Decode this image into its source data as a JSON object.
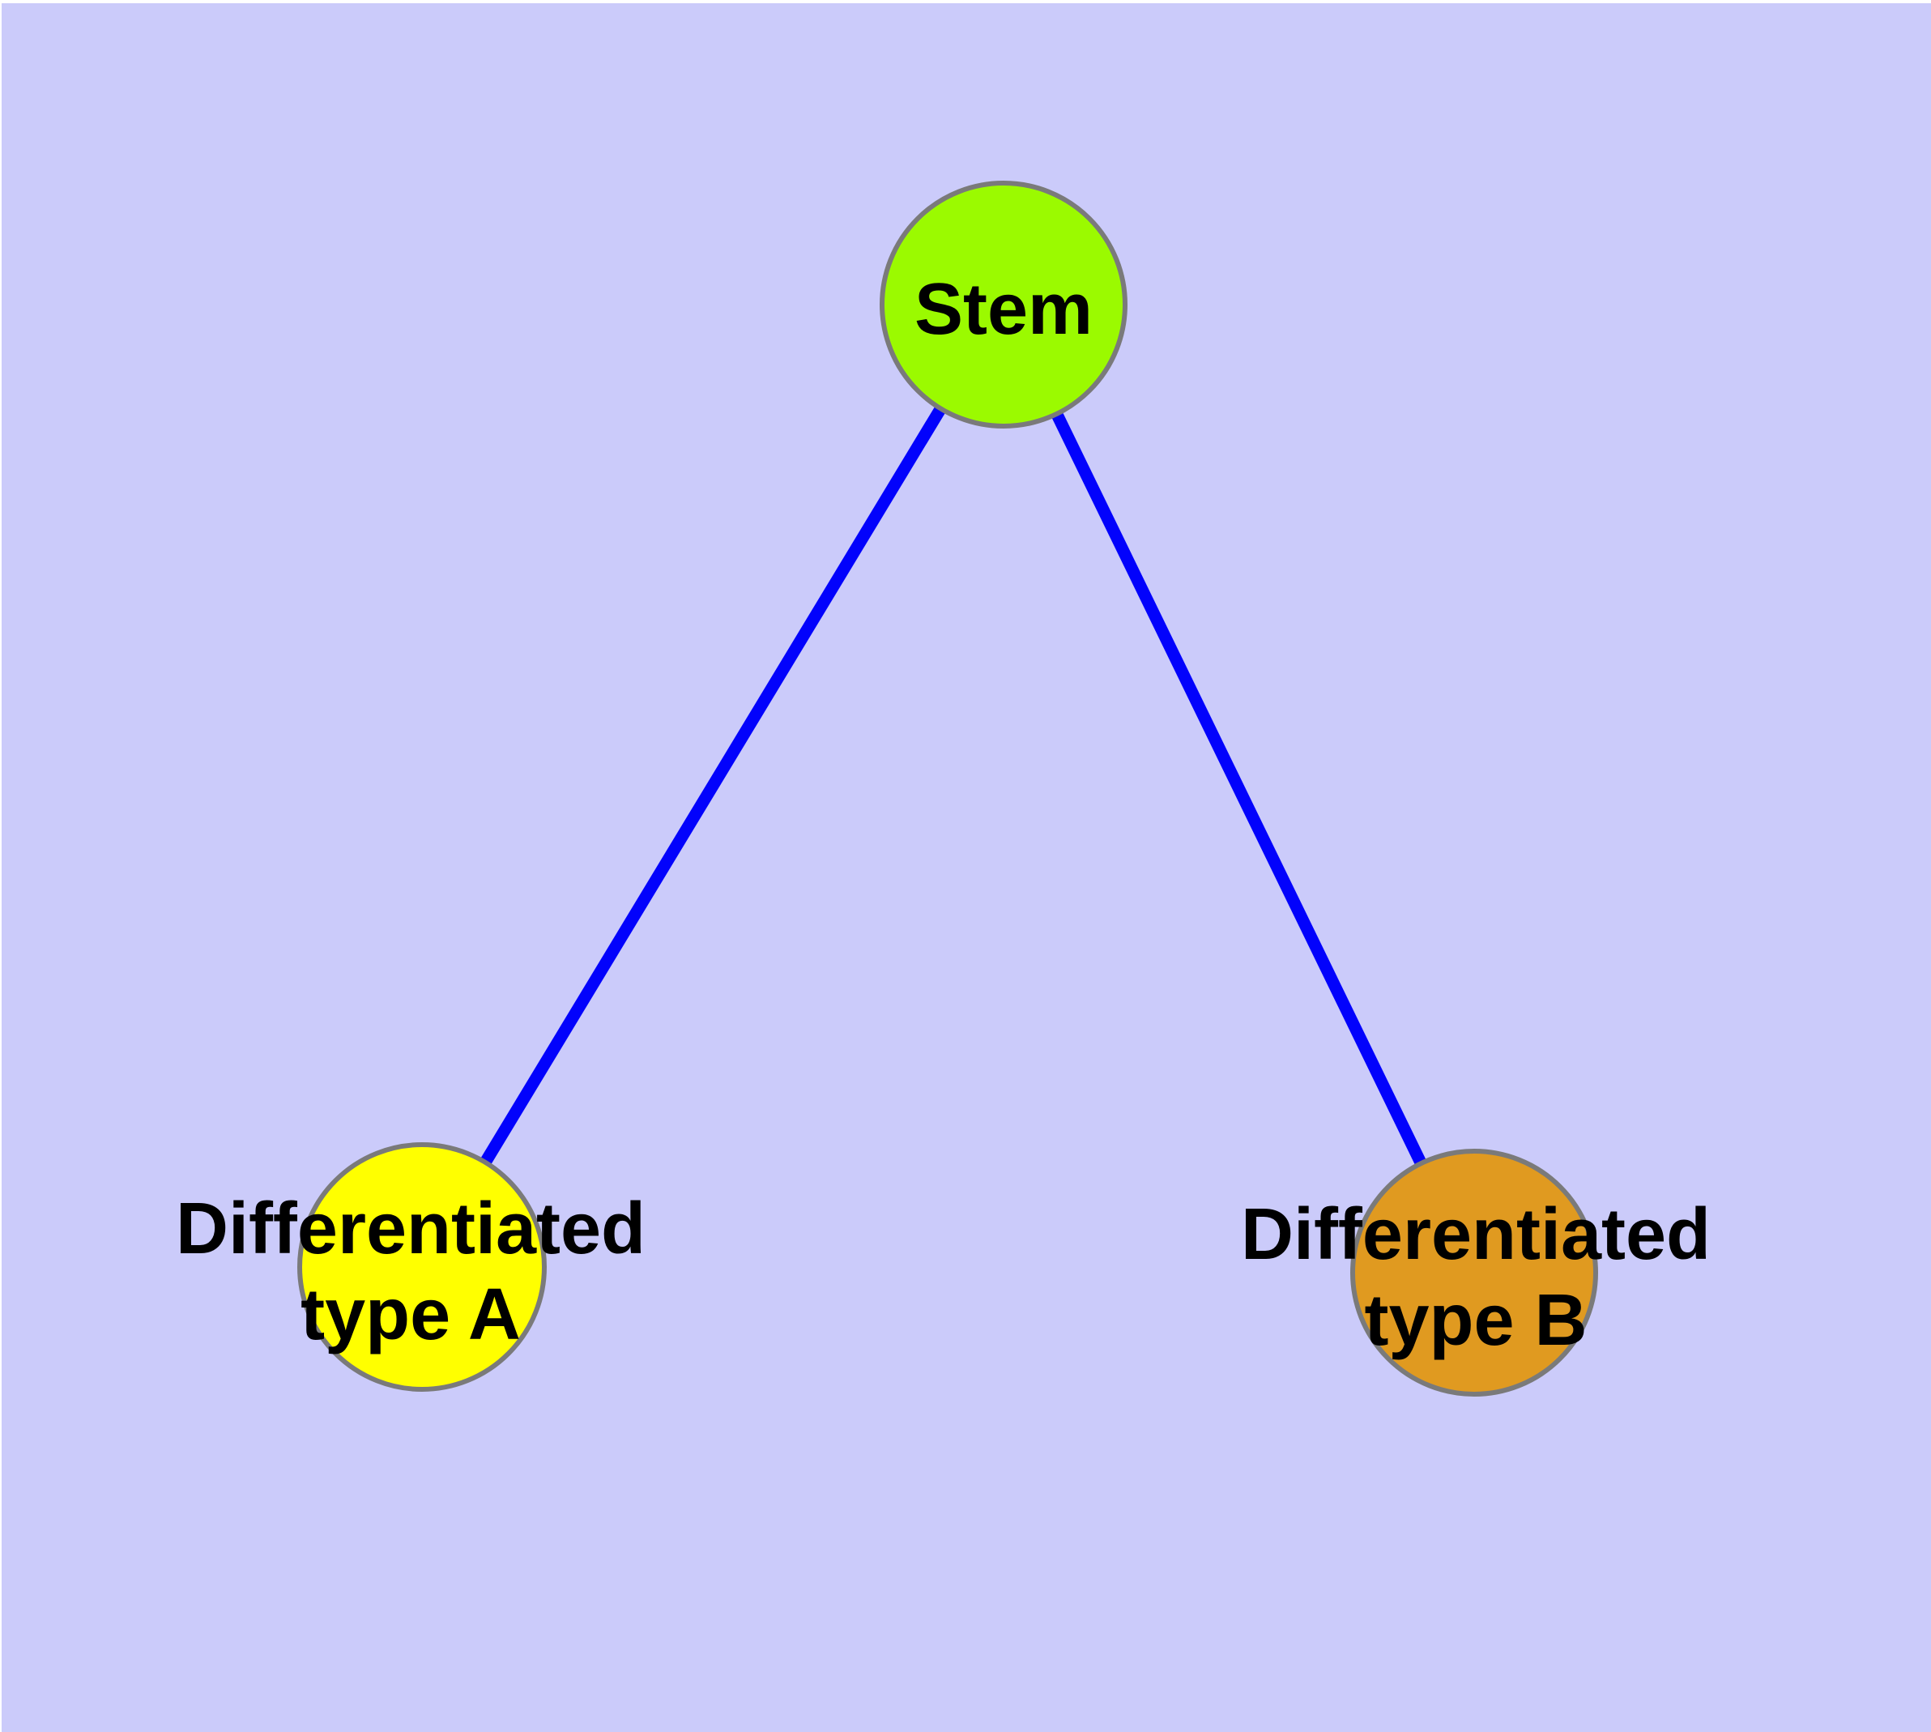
{
  "diagram": {
    "description": "Stem cell differentiation graph",
    "background_color": "#CBCBFA",
    "margin_color": "#FFFFFF",
    "edge_color": "#0202FC",
    "node_border_color": "#7A7A7A",
    "label_color": "#000000",
    "nodes": [
      {
        "id": "stem",
        "label": "Stem",
        "fill": "#9BFA00"
      },
      {
        "id": "differentiated-type-a",
        "label_line1": "Differentiated",
        "label_line2": "type A",
        "fill": "#FFFF00"
      },
      {
        "id": "differentiated-type-b",
        "label_line1": "Differentiated",
        "label_line2": "type B",
        "fill": "#E09A20"
      }
    ],
    "edges": [
      {
        "from": "stem",
        "to": "differentiated-type-a"
      },
      {
        "from": "stem",
        "to": "differentiated-type-b"
      }
    ]
  }
}
